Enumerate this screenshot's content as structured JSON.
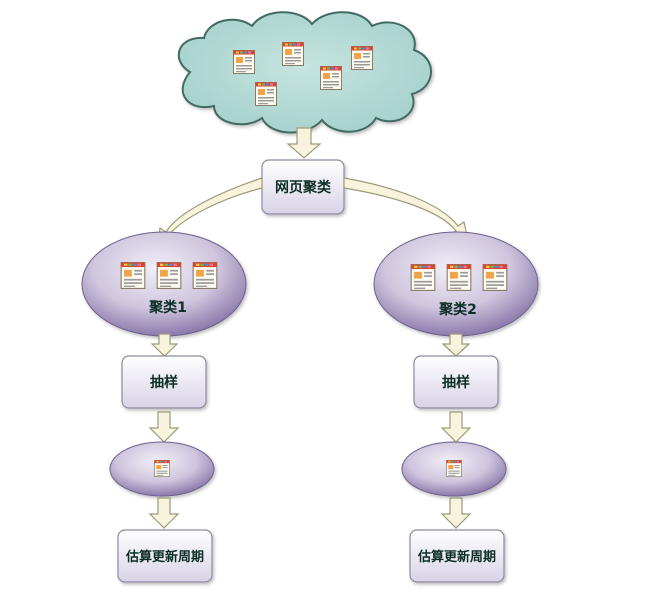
{
  "diagram": {
    "colors": {
      "cloud_fill": "#b4d9d4",
      "cloud_stroke": "#3f6a62",
      "box_fill_top": "#ffffff",
      "box_fill_bottom": "#d8d2e6",
      "box_stroke": "#8d8aa0",
      "ellipse_light": "#f1eef6",
      "ellipse_dark": "#7e6ca0",
      "arrow_fill": "#f7f3dd",
      "arrow_stroke": "#9c9a78",
      "label_color": "#0b2e25"
    },
    "nodes": {
      "cloud": {
        "name": "web-pages-cloud",
        "icon": "webpage-thumbnail-icon",
        "icon_count": 5
      },
      "web_clustering": {
        "label": "网页聚类"
      },
      "cluster_1": {
        "label": "聚类1",
        "icon_count": 3
      },
      "cluster_2": {
        "label": "聚类2",
        "icon_count": 3
      },
      "sampling_1": {
        "label": "抽样"
      },
      "sampling_2": {
        "label": "抽样"
      },
      "sample_1": {
        "icon_count": 1
      },
      "sample_2": {
        "icon_count": 1
      },
      "estimate_1": {
        "label": "估算更新周期"
      },
      "estimate_2": {
        "label": "估算更新周期"
      }
    },
    "edges": [
      {
        "from": "cloud",
        "to": "web_clustering",
        "style": "block-arrow"
      },
      {
        "from": "web_clustering",
        "to": "cluster_1",
        "style": "curved-arrow"
      },
      {
        "from": "web_clustering",
        "to": "cluster_2",
        "style": "curved-arrow"
      },
      {
        "from": "cluster_1",
        "to": "sampling_1",
        "style": "block-arrow"
      },
      {
        "from": "sampling_1",
        "to": "sample_1",
        "style": "block-arrow"
      },
      {
        "from": "sample_1",
        "to": "estimate_1",
        "style": "block-arrow"
      },
      {
        "from": "cluster_2",
        "to": "sampling_2",
        "style": "block-arrow"
      },
      {
        "from": "sampling_2",
        "to": "sample_2",
        "style": "block-arrow"
      },
      {
        "from": "sample_2",
        "to": "estimate_2",
        "style": "block-arrow"
      }
    ]
  }
}
